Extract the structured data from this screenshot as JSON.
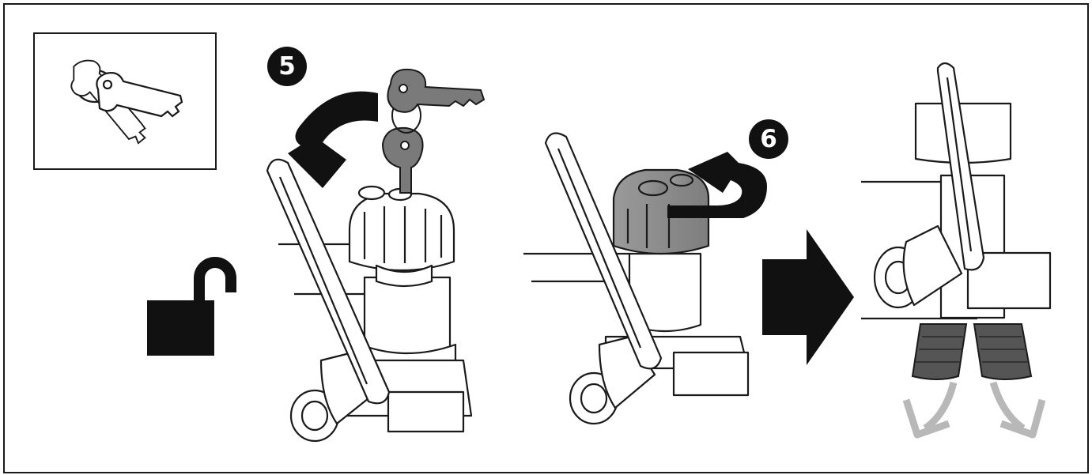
{
  "steps": [
    {
      "number": "5",
      "action": "insert-and-turn-key"
    },
    {
      "number": "6",
      "action": "unscrew-knob"
    }
  ],
  "icons": {
    "keys": "key-pair-icon",
    "unlock": "open-padlock-icon",
    "proceed": "right-arrow-icon",
    "release": "downward-release-arrows-icon"
  },
  "colors": {
    "outline": "#1a1a1a",
    "knob_grey": "#8e8e8e",
    "key_grey": "#7a7a7a",
    "release_arrow": "#b8b8b8",
    "badge": "#111111"
  }
}
